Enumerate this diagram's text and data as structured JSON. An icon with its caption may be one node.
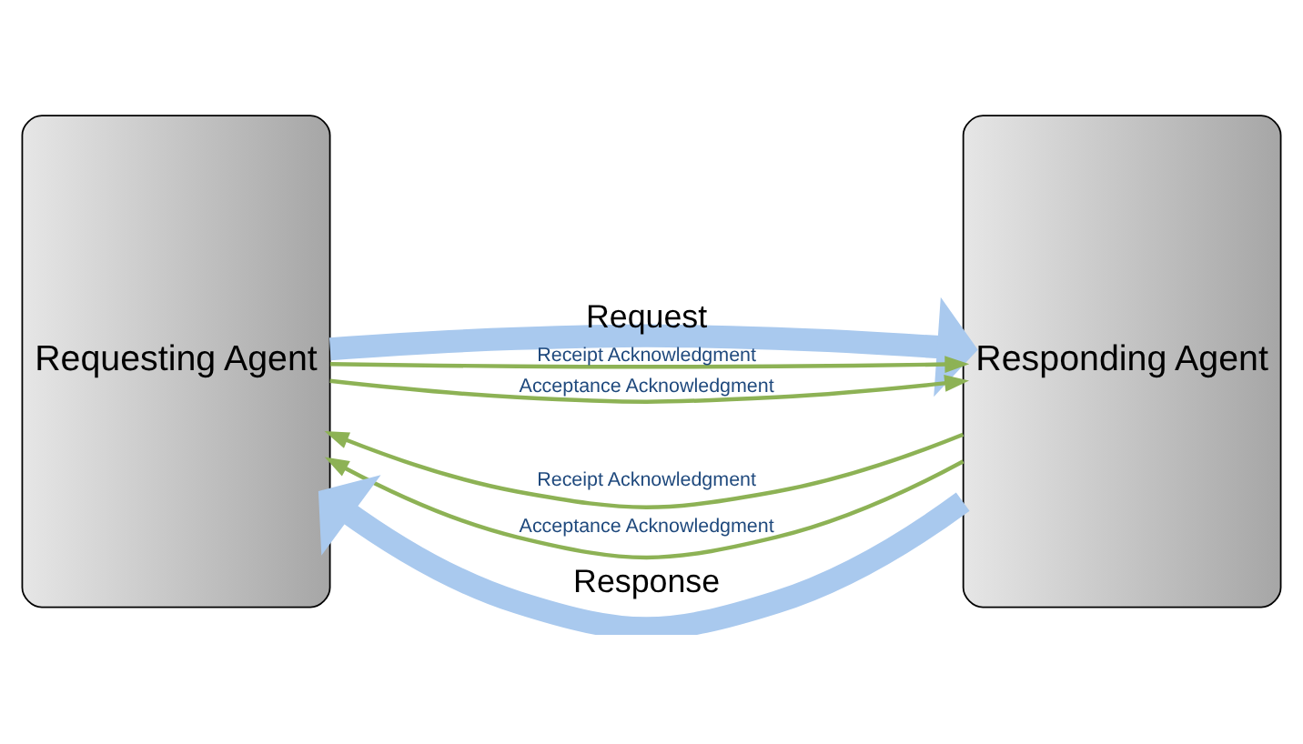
{
  "diagram": {
    "nodes": [
      {
        "text": [
          "Requesting Agent"
        ]
      },
      {
        "text": [
          "Responding Agent"
        ]
      }
    ],
    "edges": [
      {
        "from": 0,
        "to": 1,
        "arrow": "to",
        "label": "Request",
        "style": "thick",
        "color": "#a9c9ee"
      },
      {
        "from": 1,
        "to": 0,
        "arrow": "to",
        "label": "Receipt Acknowledgment"
      },
      {
        "from": 1,
        "to": 0,
        "arrow": "to",
        "label": "Acceptance Acknowledgment"
      },
      {
        "from": 1,
        "to": 0,
        "arrow": "to",
        "label": "Response",
        "style": "thick",
        "color": "#a9c9ee"
      },
      {
        "from": 0,
        "to": 1,
        "arrow": "to",
        "label": "Receipt Acknowledgment"
      },
      {
        "from": 0,
        "to": 1,
        "arrow": "to",
        "label": "Acceptance Acknowledgment"
      }
    ]
  }
}
